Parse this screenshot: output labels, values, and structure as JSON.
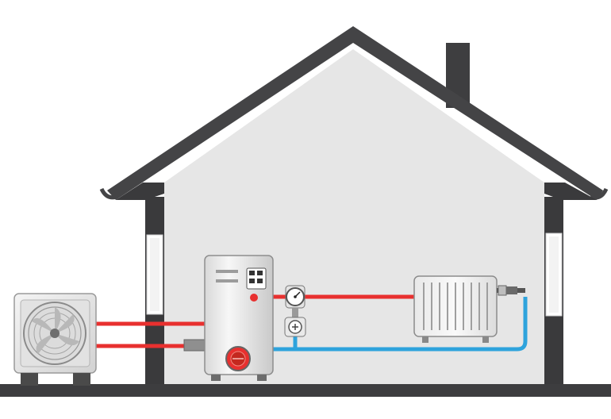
{
  "scene": {
    "subject": "heat-pump-heating-system",
    "components": [
      {
        "id": "outdoor-unit",
        "icon": "fan-icon"
      },
      {
        "id": "hot-water-cylinder",
        "icon": "tank-icon"
      },
      {
        "id": "pressure-gauge",
        "icon": "gauge-icon"
      },
      {
        "id": "circulation-pump",
        "icon": "pump-icon"
      },
      {
        "id": "radiator",
        "icon": "radiator-icon"
      },
      {
        "id": "thermostatic-valve",
        "icon": "valve-icon"
      }
    ],
    "pipes": [
      {
        "id": "flow",
        "role": "hot",
        "color": "#e8302f"
      },
      {
        "id": "return",
        "role": "cold",
        "color": "#2ea3dc"
      }
    ]
  },
  "colors": {
    "roof": "#444446",
    "wall": "#3a3a3c",
    "interior": "#e6e6e6",
    "ground": "#3d3d3f",
    "hot_pipe": "#e8302f",
    "cold_pipe": "#2ea3dc",
    "appliance": "#f0f0f0"
  }
}
